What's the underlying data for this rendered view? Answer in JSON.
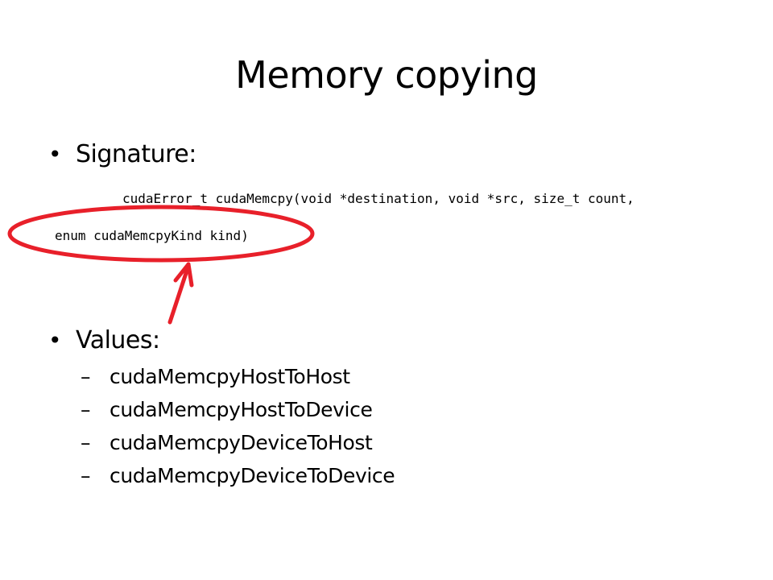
{
  "slide": {
    "title": "Memory copying",
    "bullets": {
      "signature_label": "Signature:",
      "values_label": "Values:",
      "bullet_glyph": "•"
    },
    "signature_code": {
      "line1": "cudaError_t cudaMemcpy(void *destination, void *src, size_t count,",
      "line2": "enum cudaMemcpyKind kind)"
    },
    "values": [
      "cudaMemcpyHostToHost",
      "cudaMemcpyHostToDevice",
      "cudaMemcpyDeviceToHost",
      "cudaMemcpyDeviceToDevice"
    ],
    "dash_glyph": "–"
  },
  "annotation": {
    "color": "#e8202a",
    "shapes": [
      "ellipse-highlight",
      "arrow"
    ]
  }
}
